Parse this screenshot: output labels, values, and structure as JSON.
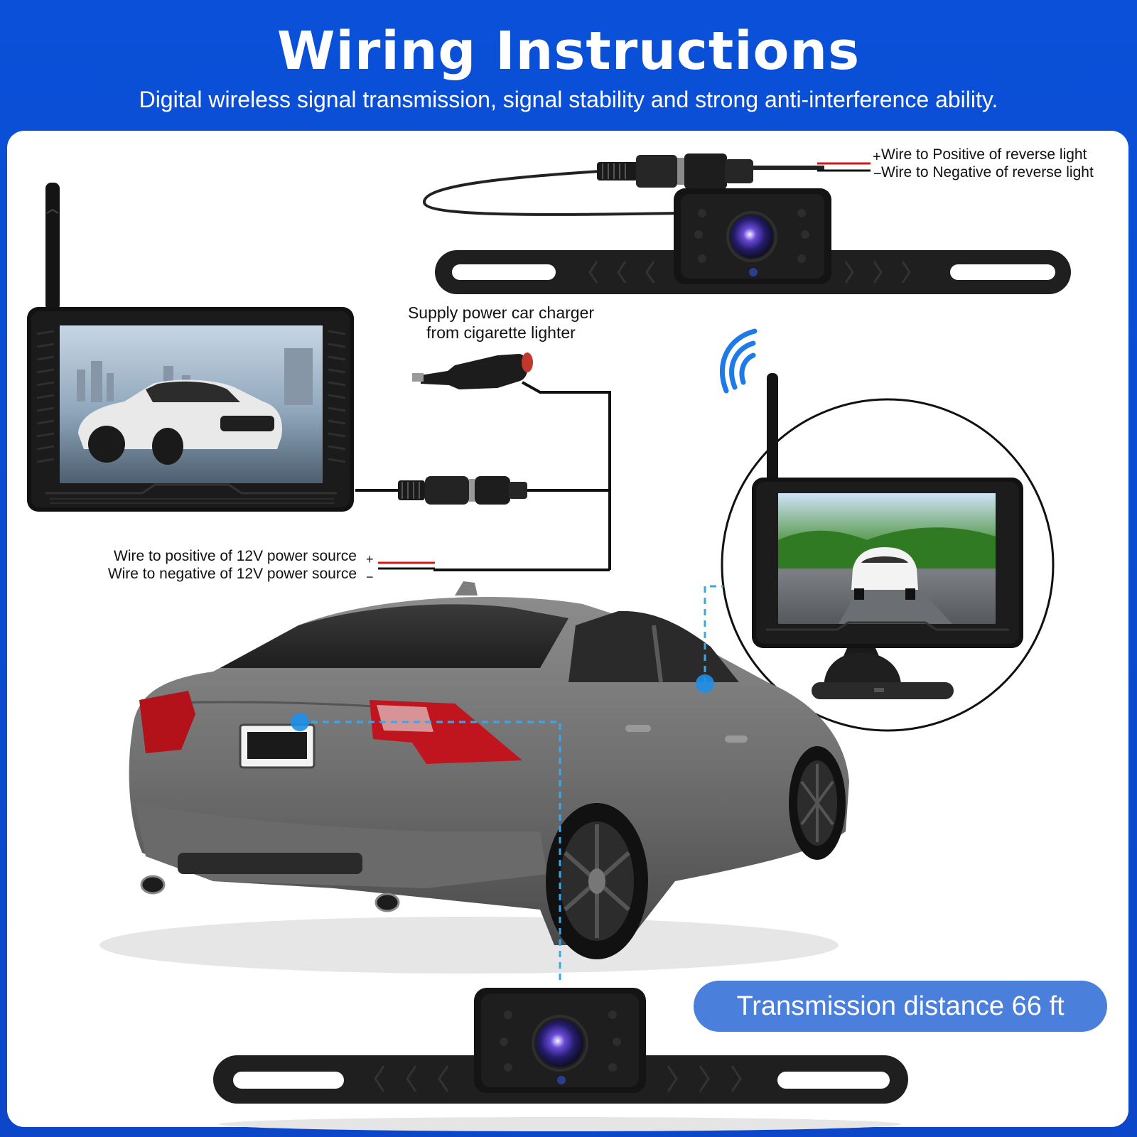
{
  "header": {
    "title": "Wiring Instructions",
    "subtitle": "Digital wireless signal transmission, signal stability and strong anti-interference ability."
  },
  "labels": {
    "reverse_positive": "Wire to Positive of reverse light",
    "reverse_negative": "Wire to Negative of reverse light",
    "charger_line1": "Supply power car charger",
    "charger_line2": "from cigarette lighter",
    "power_positive": "Wire to positive of 12V power source",
    "power_negative": "Wire to negative of 12V power source",
    "plus": "+",
    "minus": "−"
  },
  "badge": {
    "text": "Transmission distance 66 ft"
  },
  "colors": {
    "brand_blue": "#0b4bd0",
    "badge_blue": "#4a7fdc",
    "signal_blue": "#1e7ae6",
    "dash_blue": "#3aa8e8",
    "wire_red": "#d21a1a",
    "device_black": "#1c1c1c"
  },
  "icons": [
    "wifi-signal-icon",
    "camera-lens-icon",
    "ir-led-icon",
    "antenna-icon",
    "car-charger-icon"
  ]
}
